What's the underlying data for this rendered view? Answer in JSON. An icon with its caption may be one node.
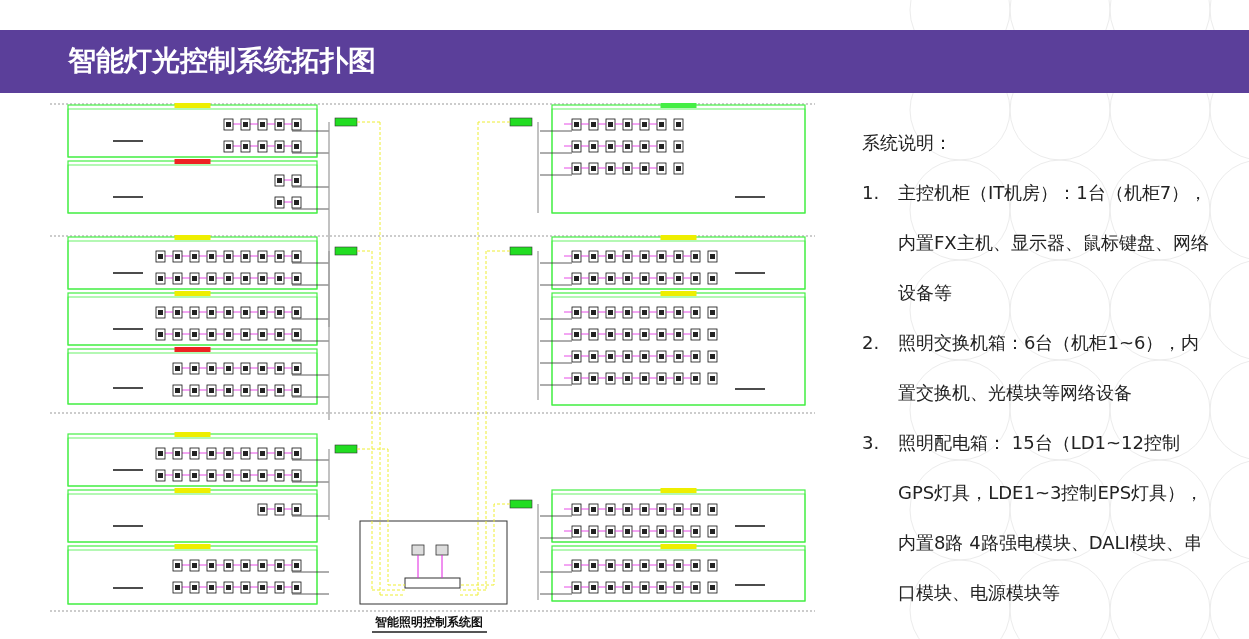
{
  "diagram": {
    "title": "智能灯光控制系统拓扑图",
    "caption": "智能照明控制系统图",
    "labels": [
      "系统说明：",
      "1.",
      "主控机柜（IT机房）：1台（机柜7），内置FX主机、显示器、鼠标键盘、网络设备等",
      "2.",
      "照明交换机箱：6台（机柜1~6），内置交换机、光模块等网络设备",
      "3.",
      "照明配电箱： 15台（LD1~12控制GPS灯具，LDE1~3控制EPS灯具），内置8路 4路强电模块、DALI模块、串口模块、电源模块等"
    ]
  }
}
